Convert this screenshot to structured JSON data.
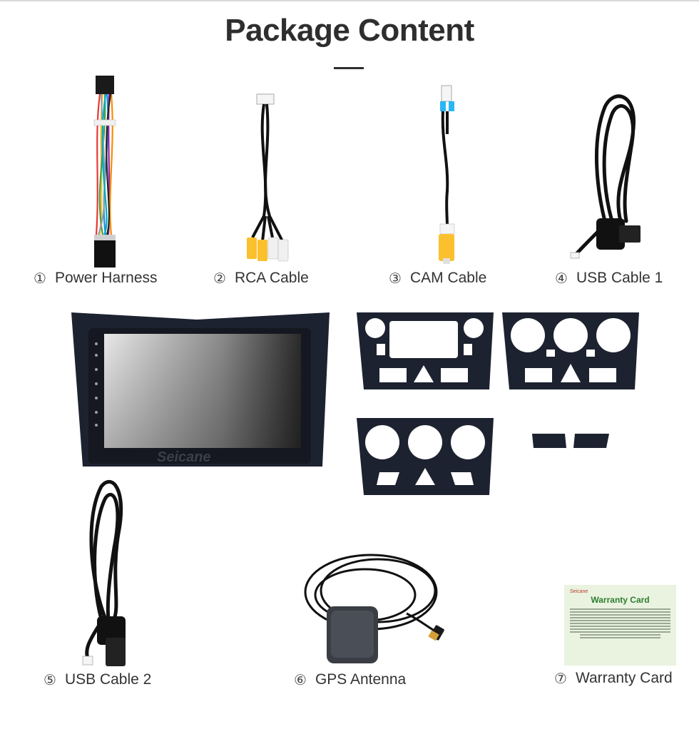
{
  "page": {
    "title": "Package Content"
  },
  "items": [
    {
      "number": "①",
      "label": "Power Harness"
    },
    {
      "number": "②",
      "label": "RCA Cable"
    },
    {
      "number": "③",
      "label": "CAM Cable"
    },
    {
      "number": "④",
      "label": "USB Cable 1"
    },
    {
      "number": "⑤",
      "label": "USB Cable 2"
    },
    {
      "number": "⑥",
      "label": "GPS Antenna"
    },
    {
      "number": "⑦",
      "label": "Warranty Card"
    }
  ],
  "radio": {
    "brand_watermark": "Seicane"
  },
  "warranty_card": {
    "brand": "Seicane",
    "title": "Warranty Card"
  },
  "colors": {
    "title": "#2e2e2e",
    "panel": "#1d2230",
    "screen_light": "#e6e6e6",
    "screen_dark": "#2b2b2b",
    "card_bg": "#e9f3df",
    "card_title": "#2e7d32"
  }
}
